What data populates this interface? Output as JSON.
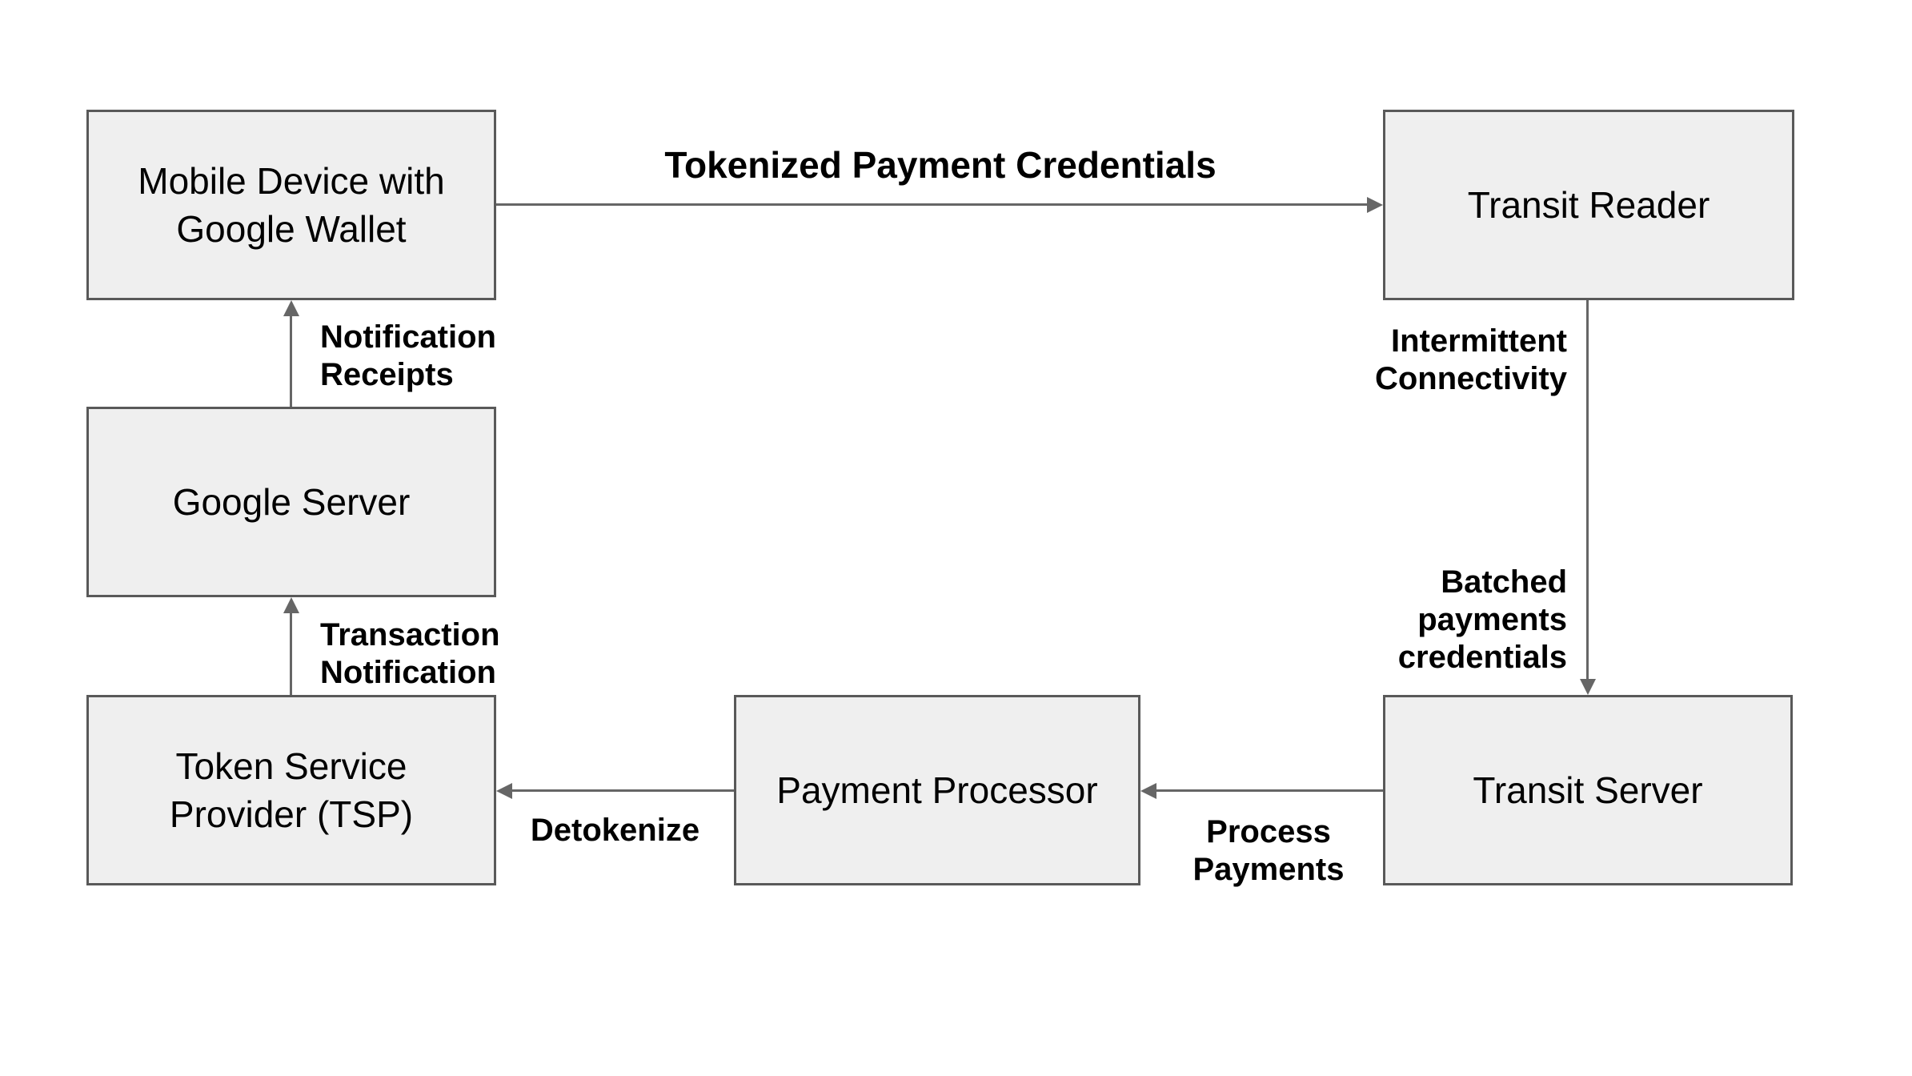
{
  "colors": {
    "background": "#ffffff",
    "node_fill": "#efefef",
    "node_border": "#595959",
    "edge": "#666666",
    "text": "#000000"
  },
  "nodes": {
    "mobile_device": "Mobile Device with\nGoogle Wallet",
    "transit_reader": "Transit Reader",
    "google_server": "Google Server",
    "tsp": "Token Service\nProvider (TSP)",
    "payment_processor": "Payment Processor",
    "transit_server": "Transit Server"
  },
  "edges": {
    "tokenized_payment_credentials": "Tokenized Payment Credentials",
    "intermittent_connectivity": "Intermittent\nConnectivity",
    "batched_payments_credentials": "Batched\npayments\ncredentials",
    "process_payments": "Process\nPayments",
    "detokenize": "Detokenize",
    "transaction_notification": "Transaction\nNotification",
    "notification_receipts": "Notification\nReceipts"
  }
}
